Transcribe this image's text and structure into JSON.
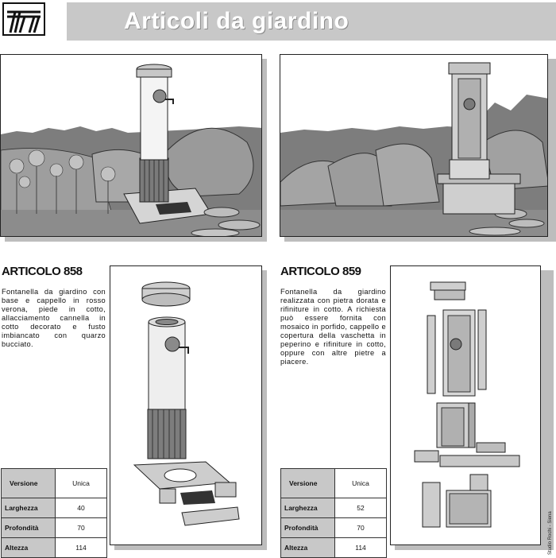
{
  "header": {
    "title": "Articoli da giardino",
    "logo_icon": "brand-logo-icon"
  },
  "colors": {
    "title_bar": "#c8c8c8",
    "table_label_bg": "#c8c8c8",
    "panel_shadow": "#bdbdbd"
  },
  "articles": [
    {
      "title": "ARTICOLO 858",
      "description": "Fontanella da giardino con base e cappello in rosso verona, piede in cotto, allacciamento cannella in cotto decorato e fusto imbiancato con quarzo bucciato.",
      "specs": [
        {
          "label": "Versione",
          "value": "Unica"
        },
        {
          "label": "Larghezza",
          "value": "40"
        },
        {
          "label": "Profondità",
          "value": "70"
        },
        {
          "label": "Altezza",
          "value": "114"
        }
      ]
    },
    {
      "title": "ARTICOLO 859",
      "description": "Fontanella da giardino realizzata con pietra dorata e rifiniture in cotto. A richiesta può essere fornita con mosaico in porfido, cappello e copertura della vaschetta in peperino e rifiniture in cotto, oppure con altre pietre a piacere.",
      "specs": [
        {
          "label": "Versione",
          "value": "Unica"
        },
        {
          "label": "Larghezza",
          "value": "52"
        },
        {
          "label": "Profondità",
          "value": "70"
        },
        {
          "label": "Altezza",
          "value": "114"
        }
      ]
    }
  ],
  "credit": "Studio Rochi - Siena"
}
